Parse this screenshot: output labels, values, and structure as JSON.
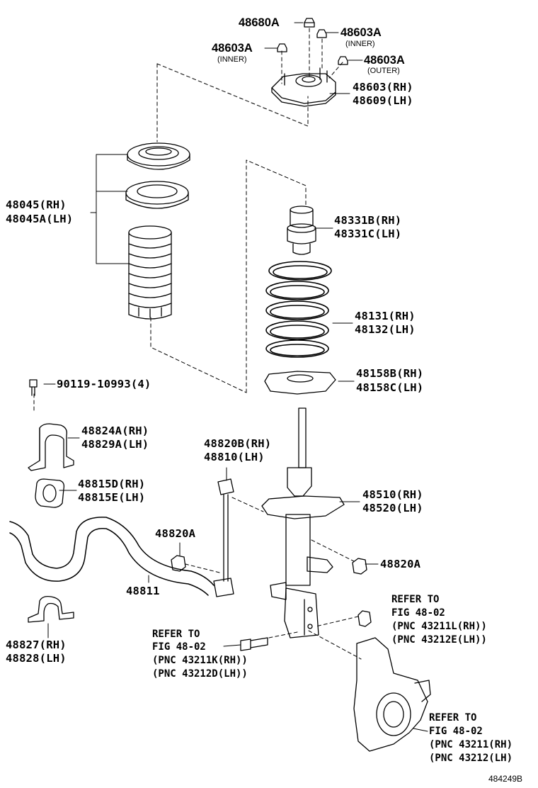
{
  "labels": {
    "p48680A": "48680A",
    "p48603A_inner_r": "48603A",
    "p48603A_inner_r_note": "(INNER)",
    "p48603A_inner_l": "48603A",
    "p48603A_inner_l_note": "(INNER)",
    "p48603A_outer": "48603A",
    "p48603A_outer_note": "(OUTER)",
    "p48603_rh": "48603(RH)",
    "p48609_lh": "48609(LH)",
    "p48045_rh": "48045(RH)",
    "p48045A_lh": "48045A(LH)",
    "p48331B_rh": "48331B(RH)",
    "p48331C_lh": "48331C(LH)",
    "p48131_rh": "48131(RH)",
    "p48132_lh": "48132(LH)",
    "p48158B_rh": "48158B(RH)",
    "p48158C_lh": "48158C(LH)",
    "p90119": "90119-10993(4)",
    "p48824A_rh": "48824A(RH)",
    "p48829A_lh": "48829A(LH)",
    "p48820B_rh": "48820B(RH)",
    "p48810_lh": "48810(LH)",
    "p48815D_rh": "48815D(RH)",
    "p48815E_lh": "48815E(LH)",
    "p48510_rh": "48510(RH)",
    "p48520_lh": "48520(LH)",
    "p48820A_left": "48820A",
    "p48820A_right": "48820A",
    "p48811": "48811",
    "p48827_rh": "48827(RH)",
    "p48828_lh": "48828(LH)"
  },
  "references": {
    "bolt": [
      "REFER TO",
      "FIG 48-02",
      "(PNC 43211K(RH))",
      "(PNC 43212D(LH))"
    ],
    "nut": [
      "REFER TO",
      "FIG 48-02",
      "(PNC 43211L(RH))",
      "(PNC 43212E(LH))"
    ],
    "knuckle": [
      "REFER TO",
      "FIG 48-02",
      "(PNC 43211(RH)",
      "(PNC 43212(LH)"
    ]
  },
  "diagram_id": "484249B",
  "colors": {
    "ink": "#000000",
    "paper": "#ffffff"
  }
}
